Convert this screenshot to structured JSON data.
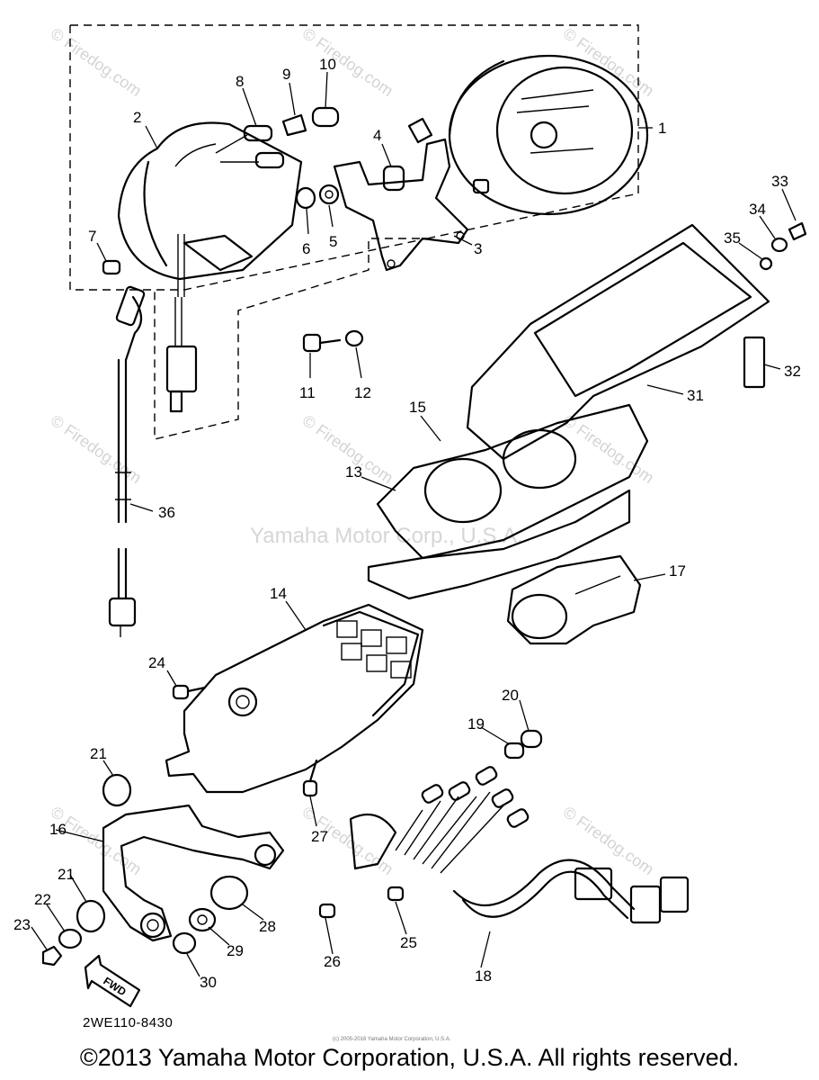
{
  "diagram": {
    "code": "2WE110-8430",
    "copyright": "©2013 Yamaha Motor Corporation, U.S.A. All rights reserved.",
    "small_copyright": "(c) 2005-2016 Yamaha Motor Corporation, U.S.A.",
    "fwd_label": "FWD"
  },
  "watermarks": {
    "site": "© Firedog.com",
    "center": "Yamaha Motor Corp., U.S.A."
  },
  "callouts": [
    "1",
    "2",
    "3",
    "4",
    "5",
    "6",
    "7",
    "8",
    "9",
    "10",
    "11",
    "12",
    "13",
    "14",
    "15",
    "16",
    "17",
    "18",
    "19",
    "20",
    "21",
    "21",
    "22",
    "23",
    "24",
    "25",
    "26",
    "27",
    "28",
    "29",
    "30",
    "31",
    "32",
    "33",
    "34",
    "35",
    "36"
  ],
  "colors": {
    "line": "#000000",
    "watermark": "#d4d4d4",
    "background": "#ffffff"
  }
}
